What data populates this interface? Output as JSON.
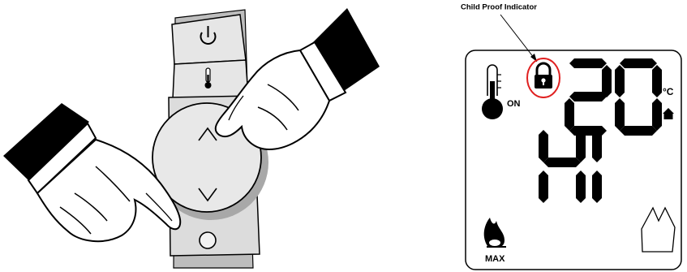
{
  "callout": {
    "label": "Child Proof Indicator"
  },
  "display": {
    "temperature_digits": "20",
    "unit": "°C",
    "heater_state": "ON",
    "mode_text": "Hi",
    "flame_label": "MAX"
  },
  "controller": {
    "buttons": [
      {
        "name": "power-button",
        "icon": "power-icon"
      },
      {
        "name": "temperature-button",
        "icon": "thermometer-icon"
      },
      {
        "name": "up-button",
        "icon": "caret-up-icon"
      },
      {
        "name": "down-button",
        "icon": "caret-down-icon"
      },
      {
        "name": "circle-button",
        "icon": "circle-icon"
      }
    ],
    "hands": [
      "left-hand-press-down",
      "right-hand-press-up"
    ]
  },
  "icons": {
    "lock": "padlock-icon",
    "thermometer": "thermometer-icon",
    "home": "home-icon",
    "flame": "flame-icon",
    "room": "room-outline-icon"
  },
  "colors": {
    "indicator_ring": "#e02020",
    "lcd_segments": "#000000",
    "panel_fill": "#e6e6e6",
    "outline": "#000000"
  }
}
